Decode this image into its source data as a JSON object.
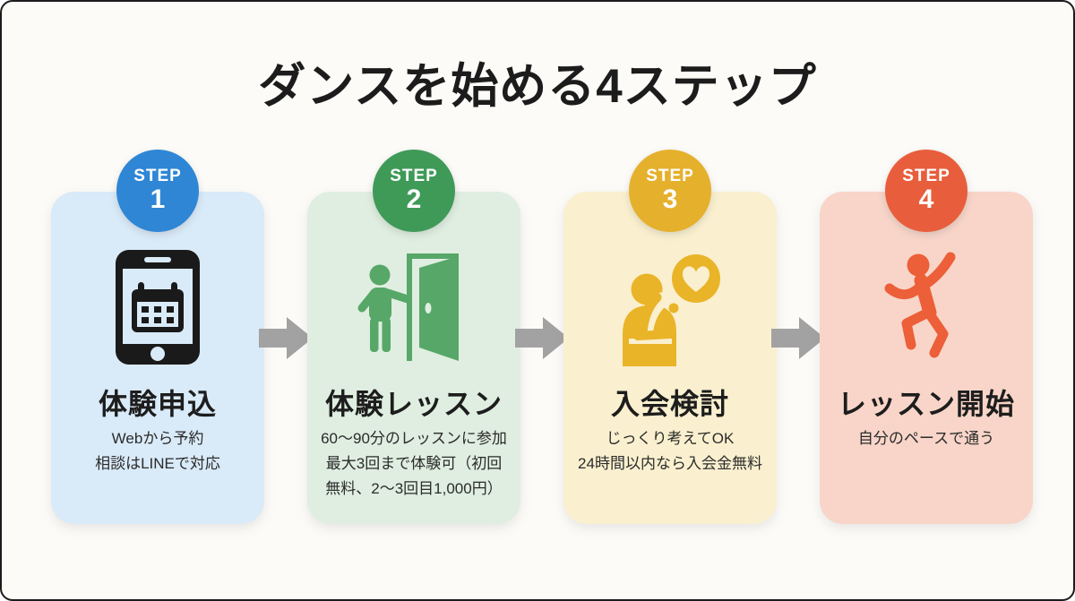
{
  "title": "ダンスを始める4ステップ",
  "arrow_color": "#a2a2a2",
  "badge_text_color": "#ffffff",
  "background_color": "#fcfbf8",
  "steps": [
    {
      "badge_label": "STEP",
      "badge_number": "1",
      "badge_color": "#2e86d5",
      "card_color": "#d9eaf8",
      "icon": "smartphone-calendar-icon",
      "icon_color": "#1a1a1a",
      "title": "体験申込",
      "description_lines": [
        "Webから予約",
        "相談はLINEで対応"
      ]
    },
    {
      "badge_label": "STEP",
      "badge_number": "2",
      "badge_color": "#3f9a58",
      "card_color": "#dfeee0",
      "icon": "person-open-door-icon",
      "icon_color": "#57a768",
      "title": "体験レッスン",
      "description_lines": [
        "60〜90分のレッスンに参加",
        "最大3回まで体験可（初回",
        "無料、2〜3回目1,000円）"
      ]
    },
    {
      "badge_label": "STEP",
      "badge_number": "3",
      "badge_color": "#e5b02c",
      "card_color": "#faf0cf",
      "icon": "thinking-person-heart-icon",
      "icon_color": "#eab429",
      "title": "入会検討",
      "description_lines": [
        "じっくり考えてOK",
        "24時間以内なら入会金無料"
      ]
    },
    {
      "badge_label": "STEP",
      "badge_number": "4",
      "badge_color": "#e85e3c",
      "card_color": "#f8d5c8",
      "icon": "dancing-person-icon",
      "icon_color": "#ec5f38",
      "title": "レッスン開始",
      "description_lines": [
        "自分のペースで通う"
      ]
    }
  ]
}
